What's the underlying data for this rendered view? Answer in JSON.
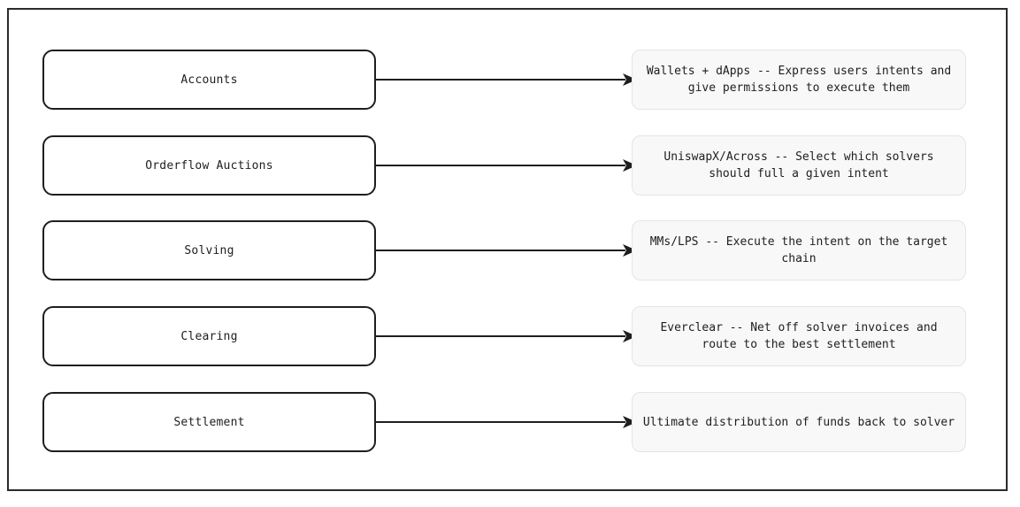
{
  "layers": [
    {
      "name": "Accounts",
      "description": "Wallets + dApps -- Express users intents and give permissions to execute them"
    },
    {
      "name": "Orderflow Auctions",
      "description": "UniswapX/Across -- Select which solvers should full a given intent"
    },
    {
      "name": "Solving",
      "description": "MMs/LPS -- Execute the intent on the target chain"
    },
    {
      "name": "Clearing",
      "description": "Everclear -- Net off solver invoices and route to the best settlement"
    },
    {
      "name": "Settlement",
      "description": "Ultimate distribution of funds back to solver"
    }
  ],
  "colors": {
    "stroke": "#1e1e1e",
    "description_fill": "#f8f8f8",
    "description_border": "#e4e4e4"
  }
}
